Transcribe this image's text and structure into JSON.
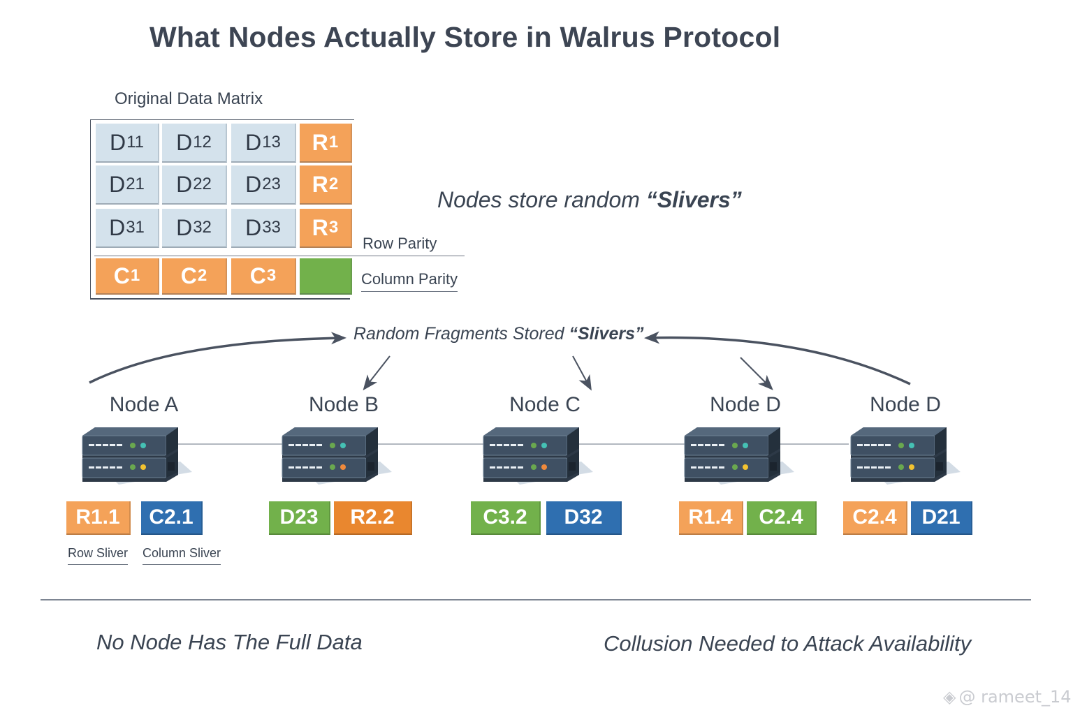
{
  "title": "What Nodes Actually Store in Walrus Protocol",
  "matrix": {
    "label": "Original Data Matrix",
    "rows": [
      [
        {
          "base": "D",
          "sub": "11",
          "kind": "data"
        },
        {
          "base": "D",
          "sub": "12",
          "kind": "data"
        },
        {
          "base": "D",
          "sub": "13",
          "kind": "data"
        },
        {
          "base": "R",
          "sub": "1",
          "kind": "row-parity"
        }
      ],
      [
        {
          "base": "D",
          "sub": "21",
          "kind": "data"
        },
        {
          "base": "D",
          "sub": "22",
          "kind": "data"
        },
        {
          "base": "D",
          "sub": "23",
          "kind": "data"
        },
        {
          "base": "R",
          "sub": "2",
          "kind": "row-parity"
        }
      ],
      [
        {
          "base": "D",
          "sub": "31",
          "kind": "data"
        },
        {
          "base": "D",
          "sub": "32",
          "kind": "data"
        },
        {
          "base": "D",
          "sub": "33",
          "kind": "data"
        },
        {
          "base": "R",
          "sub": "3",
          "kind": "row-parity"
        }
      ],
      [
        {
          "base": "C",
          "sub": "1",
          "kind": "column-parity"
        },
        {
          "base": "C",
          "sub": "2",
          "kind": "column-parity"
        },
        {
          "base": "C",
          "sub": "3",
          "kind": "column-parity"
        },
        {
          "base": "",
          "sub": "",
          "kind": "parity-of-parity"
        }
      ]
    ],
    "row_parity_label": "Row Parity",
    "column_parity_label": "Column Parity"
  },
  "callout": {
    "prefix": "Nodes store random ",
    "emphasis": "“Slivers”"
  },
  "fragments": {
    "prefix": "Random Fragments Stored ",
    "emphasis": "“Slivers”"
  },
  "nodes": [
    {
      "label": "Node A",
      "leds": [
        "#6aa84f",
        "#45c1b4",
        "#6aa84f",
        "#f2c230"
      ],
      "slivers": [
        {
          "text": "R1.1",
          "color": "orange"
        },
        {
          "text": "C2.1",
          "color": "blue"
        }
      ]
    },
    {
      "label": "Node B",
      "leds": [
        "#6aa84f",
        "#45c1b4",
        "#6aa84f",
        "#f08a3c"
      ],
      "slivers": [
        {
          "text": "D23",
          "color": "green"
        },
        {
          "text": "R2.2",
          "color": "dorange"
        }
      ]
    },
    {
      "label": "Node C",
      "leds": [
        "#6aa84f",
        "#45c1b4",
        "#6aa84f",
        "#f08a3c"
      ],
      "slivers": [
        {
          "text": "C3.2",
          "color": "green"
        },
        {
          "text": "D32",
          "color": "blue"
        }
      ]
    },
    {
      "label": "Node D",
      "leds": [
        "#6aa84f",
        "#45c1b4",
        "#6aa84f",
        "#f2c230"
      ],
      "slivers": [
        {
          "text": "R1.4",
          "color": "orange"
        },
        {
          "text": "C2.4",
          "color": "green"
        }
      ]
    },
    {
      "label": "Node D",
      "leds": [
        "#6aa84f",
        "#45c1b4",
        "#6aa84f",
        "#f2c230"
      ],
      "slivers": [
        {
          "text": "C2.4",
          "color": "orange"
        },
        {
          "text": "D21",
          "color": "blue"
        }
      ]
    }
  ],
  "legend": {
    "row_sliver": "Row Sliver",
    "column_sliver": "Column Sliver"
  },
  "footer": {
    "left": "No Node Has The Full Data",
    "right": "Collusion Needed to Attack Availability"
  },
  "watermark": "@ rameet_14",
  "colors": {
    "data_cell": "#d4e2ec",
    "parity_orange": "#f4a259",
    "deep_orange": "#e9872f",
    "green": "#72b14b",
    "blue": "#2f6fb0",
    "text": "#3a4452",
    "server_body": "#33404f"
  }
}
